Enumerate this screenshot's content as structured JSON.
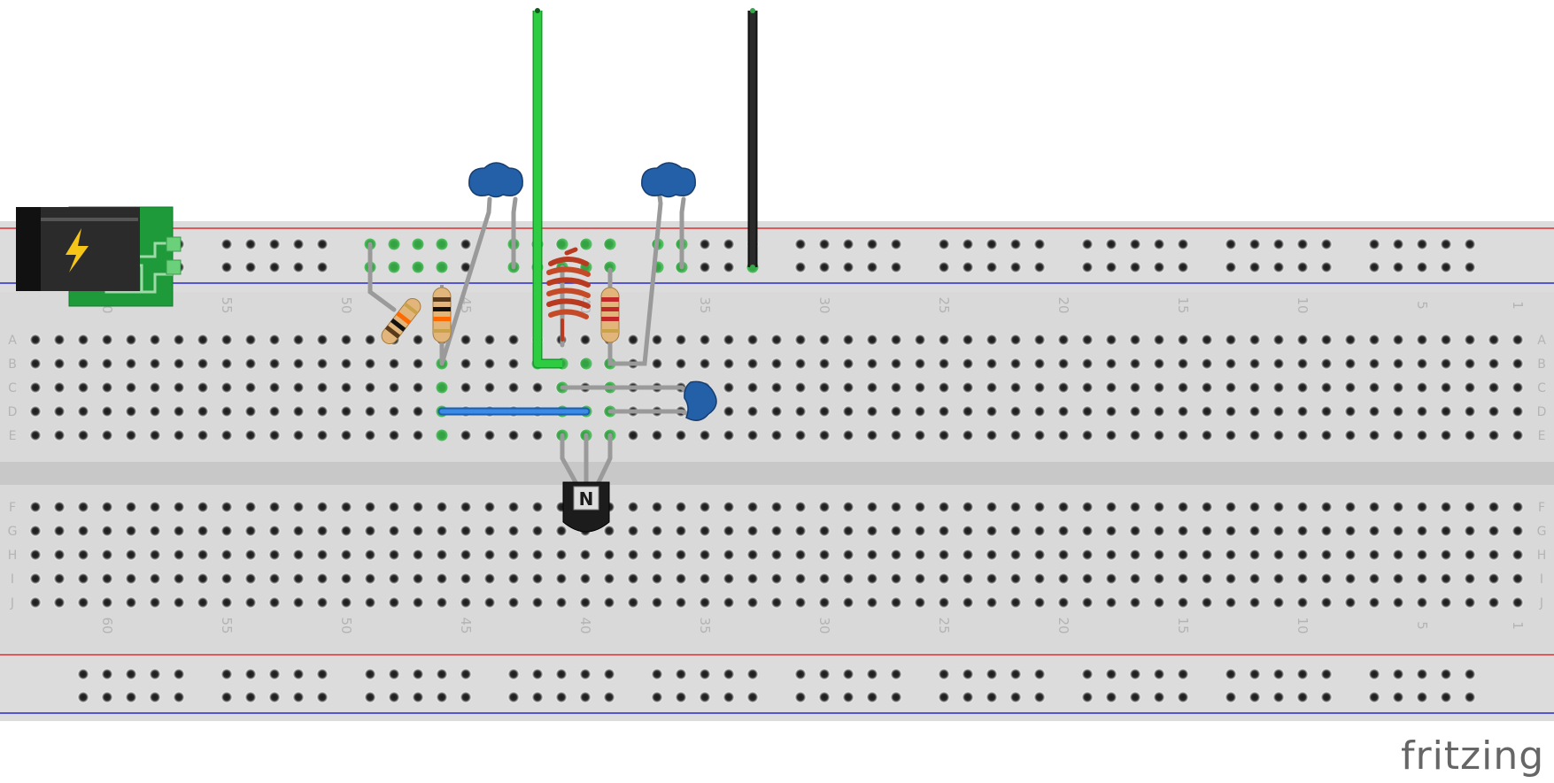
{
  "board": {
    "row_letters_top": [
      "A",
      "B",
      "C",
      "D",
      "E"
    ],
    "row_letters_bottom": [
      "F",
      "G",
      "H",
      "I",
      "J"
    ],
    "column_labels": [
      {
        "num": 60,
        "text": "60"
      },
      {
        "num": 55,
        "text": "55"
      },
      {
        "num": 50,
        "text": "50"
      },
      {
        "num": 45,
        "text": "45"
      },
      {
        "num": 40,
        "text": "40"
      },
      {
        "num": 35,
        "text": "35"
      },
      {
        "num": 30,
        "text": "30"
      },
      {
        "num": 25,
        "text": "25"
      },
      {
        "num": 20,
        "text": "20"
      },
      {
        "num": 15,
        "text": "15"
      },
      {
        "num": 10,
        "text": "10"
      },
      {
        "num": 5,
        "text": "5"
      },
      {
        "num": 1,
        "text": "1"
      }
    ],
    "columns": 63,
    "rail_colors": {
      "positive": "#e03030",
      "negative": "#2a2ad0"
    }
  },
  "parts": {
    "power_jack": {
      "icon": "lightning-bolt-icon"
    },
    "transistor": {
      "label": "N"
    },
    "capacitors": 3,
    "resistors": 3,
    "inductor": 1,
    "wires": [
      {
        "name": "green-wire",
        "color": "#2ecc40"
      },
      {
        "name": "black-wire",
        "color": "#222222"
      },
      {
        "name": "blue-wire",
        "color": "#2b7bd8"
      }
    ]
  },
  "colors": {
    "board": "#d9d9d9",
    "highlight": "#38b84a",
    "brand": "#666666"
  },
  "brand": {
    "name": "fritzing"
  }
}
